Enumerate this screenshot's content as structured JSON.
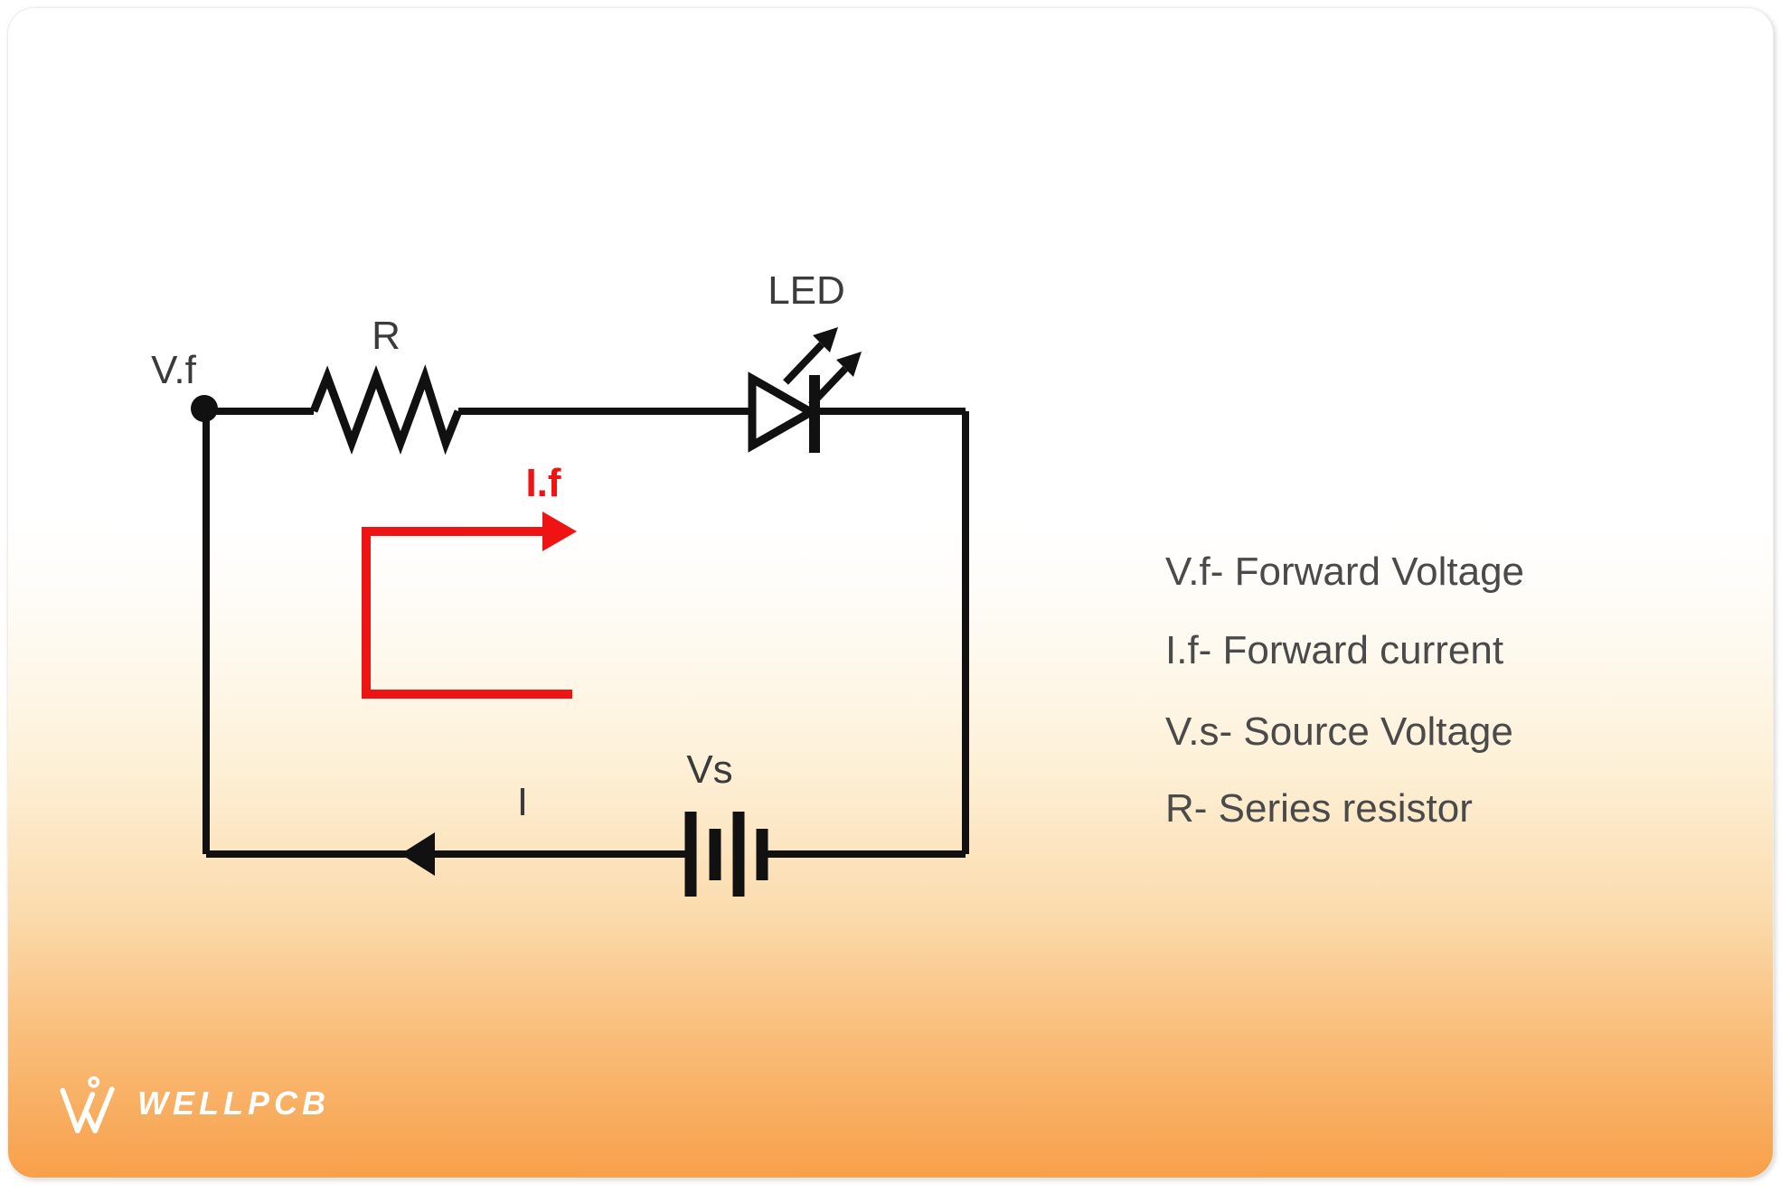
{
  "colors": {
    "wire": "#111111",
    "current": "#ee1414",
    "circuit_label": "#3b3b3b",
    "legend_text": "#4a4a4a",
    "card_orange": "#f8a04a",
    "logo_text": "#ffffff"
  },
  "diagram": {
    "type": "led-series-resistor-circuit",
    "component_labels": {
      "forward_voltage": "V.f",
      "resistor": "R",
      "led": "LED",
      "forward_current": "I.f",
      "source_voltage": "Vs",
      "loop_current": "I"
    }
  },
  "legend": {
    "items": [
      "V.f- Forward Voltage",
      "I.f- Forward current",
      "V.s- Source Voltage",
      "R- Series resistor"
    ]
  },
  "branding": {
    "logo_text": "WELLPCB"
  }
}
